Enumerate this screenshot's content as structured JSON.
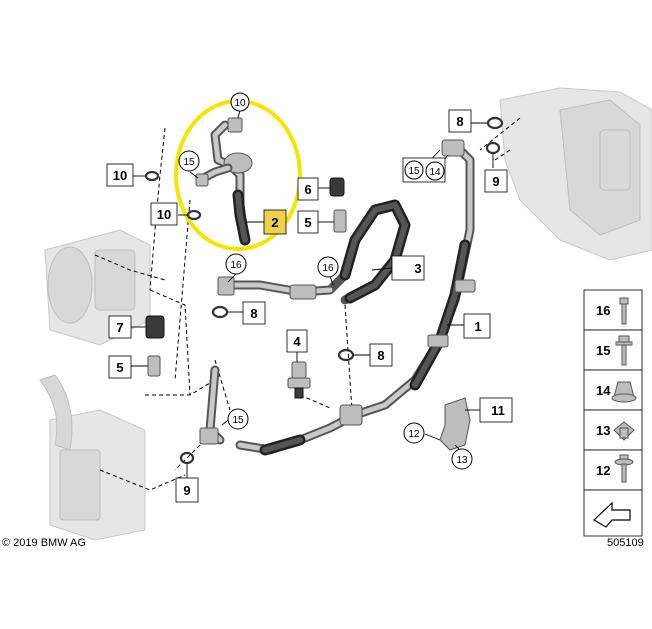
{
  "copyright": "© 2019 BMW AG",
  "diagram_number": "505109",
  "callouts": {
    "c1": "1",
    "c2": "2",
    "c3": "3",
    "c4": "4",
    "c5a": "5",
    "c5b": "5",
    "c6": "6",
    "c7": "7",
    "c8a": "8",
    "c8b": "8",
    "c8c": "8",
    "c9a": "9",
    "c9b": "9",
    "c10a": "10",
    "c10b": "10",
    "c10c": "10",
    "c11": "11",
    "c12": "12",
    "c13": "13",
    "c14": "14",
    "c15a": "15",
    "c15b": "15",
    "c15c": "15",
    "c16a": "16",
    "c16b": "16"
  },
  "legend": {
    "l16": "16",
    "l15": "15",
    "l14": "14",
    "l13": "13",
    "l12": "12"
  },
  "highlight_color": "#f3e600",
  "selected_part_color": "#f0d24a",
  "icons": [
    "bolt-icon",
    "bolt-collar-icon",
    "nut-icon",
    "clip-nut-icon",
    "screw-washer-icon",
    "arrow-icon"
  ]
}
